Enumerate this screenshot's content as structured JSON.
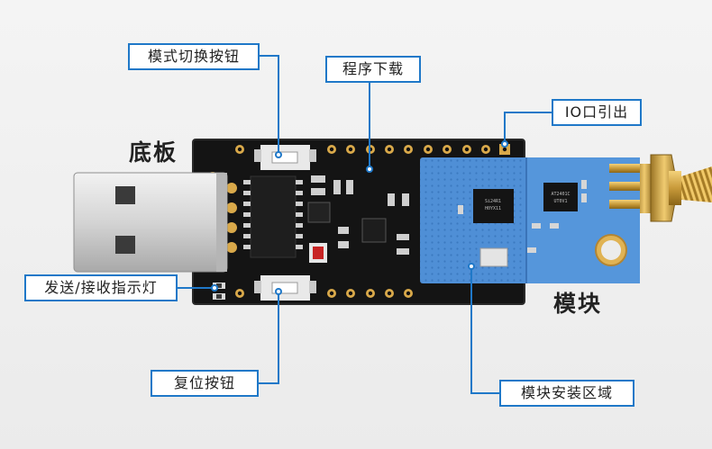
{
  "labels": {
    "mode_switch_button": "模式切换按钮",
    "program_download": "程序下载",
    "io_breakout": "IO口引出",
    "base_board": "底板",
    "tx_rx_indicator": "发送/接收指示灯",
    "module": "模块",
    "reset_button": "复位按钮",
    "module_install_area": "模块安装区域"
  },
  "chip_marks": {
    "chip_left_line1": "Si24R1",
    "chip_left_line2": "H0YX11",
    "chip_right_line1": "AT2401C",
    "chip_right_line2": "UT0V1"
  },
  "colors": {
    "callout_border": "#1f78c8",
    "leader_line": "#1f78c8",
    "pcb_base": "#141414",
    "pcb_module": "#4f8fd6",
    "gold": "#c89a3a"
  }
}
